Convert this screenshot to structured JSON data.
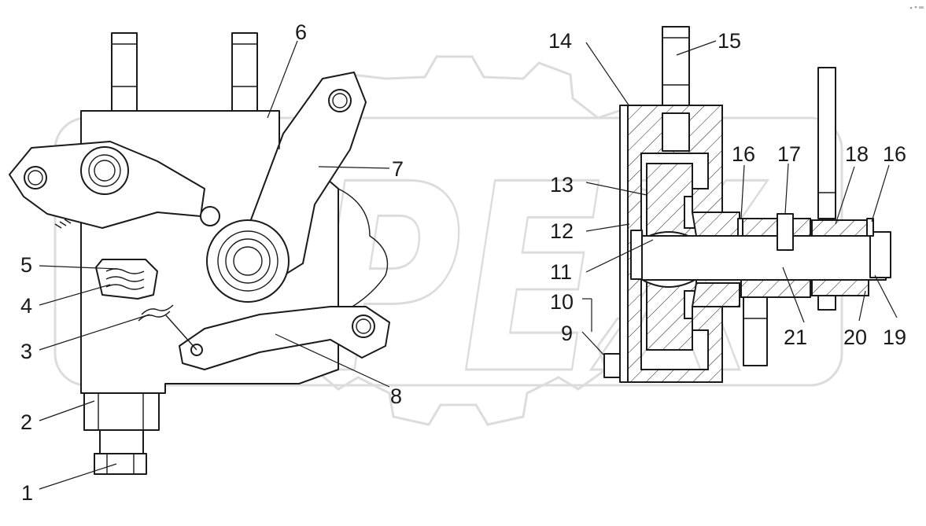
{
  "callouts": {
    "c1": "1",
    "c2": "2",
    "c3": "3",
    "c4": "4",
    "c5": "5",
    "c6": "6",
    "c7": "7",
    "c8": "8",
    "c9": "9",
    "c10": "10",
    "c11": "11",
    "c12": "12",
    "c13": "13",
    "c14": "14",
    "c15": "15",
    "c16a": "16",
    "c16b": "16",
    "c17": "17",
    "c18": "18",
    "c19": "19",
    "c20": "20",
    "c21": "21"
  },
  "watermark": {
    "text": "OPEX"
  },
  "colors": {
    "line": "#1a1a1a",
    "watermark": "#dcdcdc",
    "background": "#ffffff"
  }
}
